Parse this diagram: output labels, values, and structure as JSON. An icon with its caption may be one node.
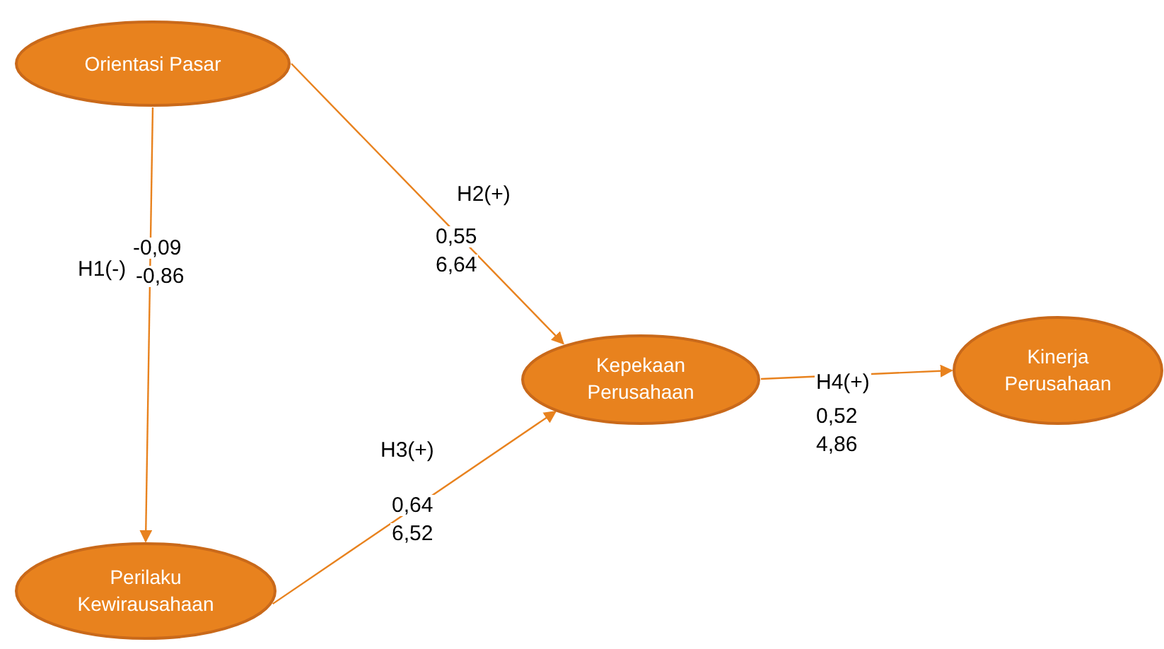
{
  "diagram": {
    "nodes": [
      {
        "text": [
          "Orientasi Pasar"
        ]
      },
      {
        "text": [
          "Perilaku Kewirausahaan"
        ]
      },
      {
        "text": [
          "Kepekaan Perusahaan"
        ]
      },
      {
        "text": [
          "Kinerja Perusahaan"
        ]
      }
    ],
    "edges": [
      {
        "from": 0,
        "to": 1,
        "arrow": "to",
        "label": "H1(-)"
      },
      {
        "from": 0,
        "to": 2,
        "arrow": "to",
        "label": "H2(+)"
      },
      {
        "from": 1,
        "to": 2,
        "arrow": "to",
        "label": "H3(+)"
      },
      {
        "from": 2,
        "to": 3,
        "arrow": "to",
        "label": "H4(+)"
      }
    ],
    "labels": [
      "-0,09",
      "-0,86",
      "0,55",
      "6,64",
      "0,64",
      "6,52",
      "0,52",
      "4,86"
    ]
  }
}
